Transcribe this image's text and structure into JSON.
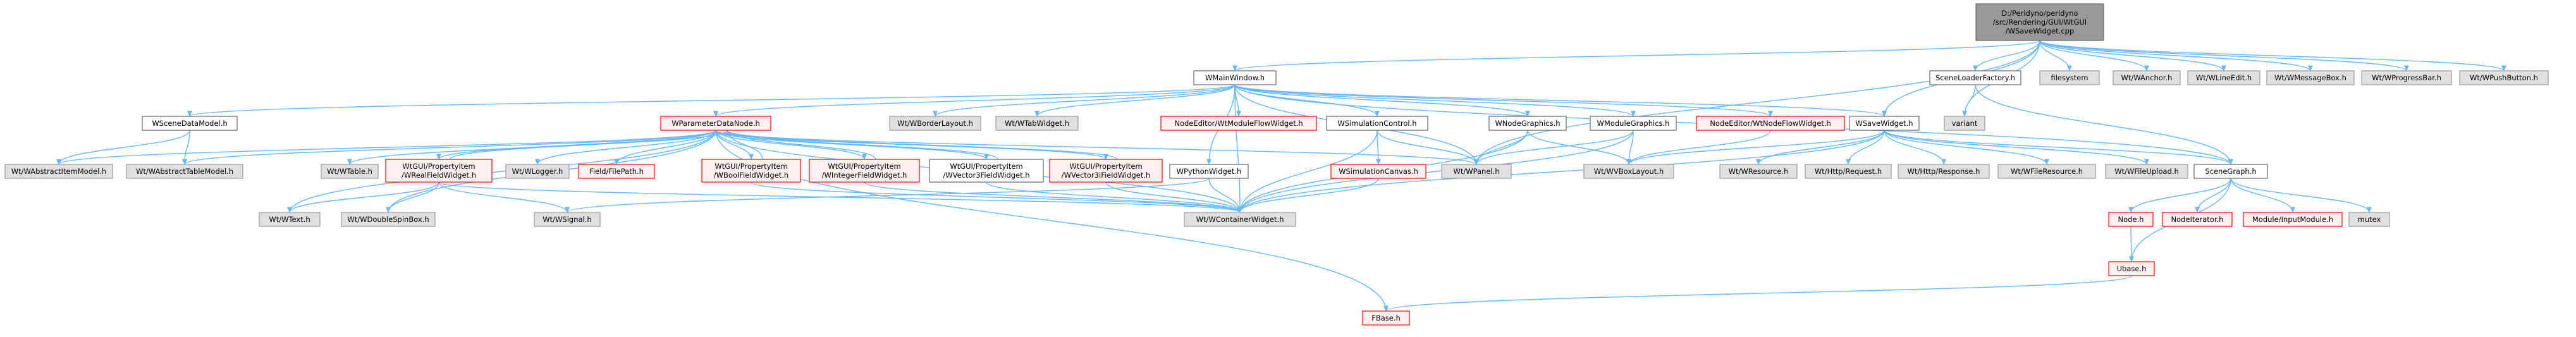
{
  "colors": {
    "edge": "#63b8ff",
    "root_fill": "#999999",
    "root_stroke": "#666666",
    "documented_fill": "#ffffff",
    "documented_stroke": "#666666",
    "external_fill": "#e0e0e0",
    "external_stroke": "#999999",
    "incomplete_fill": "#fff0f0",
    "incomplete_stroke": "#ff0000"
  },
  "nodes": [
    {
      "id": "root",
      "lines": [
        "D:/Peridyno/peridyno",
        "/src/Rendering/GUI/WtGUI",
        "/WSaveWidget.cpp"
      ],
      "kind": "root"
    },
    {
      "id": "WMainWindow",
      "lines": [
        "WMainWindow.h"
      ],
      "kind": "documented"
    },
    {
      "id": "SceneLoaderFactory",
      "lines": [
        "SceneLoaderFactory.h"
      ],
      "kind": "documented"
    },
    {
      "id": "filesystem",
      "lines": [
        "filesystem"
      ],
      "kind": "external"
    },
    {
      "id": "WAnchor",
      "lines": [
        "Wt/WAnchor.h"
      ],
      "kind": "external"
    },
    {
      "id": "WLineEdit",
      "lines": [
        "Wt/WLineEdit.h"
      ],
      "kind": "external"
    },
    {
      "id": "WMessageBox",
      "lines": [
        "Wt/WMessageBox.h"
      ],
      "kind": "external"
    },
    {
      "id": "WProgressBar",
      "lines": [
        "Wt/WProgressBar.h"
      ],
      "kind": "external"
    },
    {
      "id": "WPushButton",
      "lines": [
        "Wt/WPushButton.h"
      ],
      "kind": "external"
    },
    {
      "id": "WSceneDataModel",
      "lines": [
        "WSceneDataModel.h"
      ],
      "kind": "documented"
    },
    {
      "id": "WParameterDataNode",
      "lines": [
        "WParameterDataNode.h"
      ],
      "kind": "incomplete"
    },
    {
      "id": "WBorderLayout",
      "lines": [
        "Wt/WBorderLayout.h"
      ],
      "kind": "external"
    },
    {
      "id": "WTabWidget",
      "lines": [
        "Wt/WTabWidget.h"
      ],
      "kind": "external"
    },
    {
      "id": "NodeEditorModuleFlow",
      "lines": [
        "NodeEditor/WtModuleFlowWidget.h"
      ],
      "kind": "incomplete"
    },
    {
      "id": "WSimulationControl",
      "lines": [
        "WSimulationControl.h"
      ],
      "kind": "documented"
    },
    {
      "id": "WNodeGraphics",
      "lines": [
        "WNodeGraphics.h"
      ],
      "kind": "documented"
    },
    {
      "id": "WModuleGraphics",
      "lines": [
        "WModuleGraphics.h"
      ],
      "kind": "documented"
    },
    {
      "id": "NodeEditorNodeFlow",
      "lines": [
        "NodeEditor/WtNodeFlowWidget.h"
      ],
      "kind": "incomplete"
    },
    {
      "id": "WSaveWidget",
      "lines": [
        "WSaveWidget.h"
      ],
      "kind": "documented"
    },
    {
      "id": "variant",
      "lines": [
        "variant"
      ],
      "kind": "external"
    },
    {
      "id": "WAbstractItemModel",
      "lines": [
        "Wt/WAbstractItemModel.h"
      ],
      "kind": "external"
    },
    {
      "id": "WAbstractTableModel",
      "lines": [
        "Wt/WAbstractTableModel.h"
      ],
      "kind": "external"
    },
    {
      "id": "WTable",
      "lines": [
        "Wt/WTable.h"
      ],
      "kind": "external"
    },
    {
      "id": "WRealFieldWidget",
      "lines": [
        "WtGUI/PropertyItem",
        "/WRealFieldWidget.h"
      ],
      "kind": "incomplete"
    },
    {
      "id": "WLogger",
      "lines": [
        "Wt/WLogger.h"
      ],
      "kind": "external"
    },
    {
      "id": "FieldFilePath",
      "lines": [
        "Field/FilePath.h"
      ],
      "kind": "incomplete"
    },
    {
      "id": "WBoolFieldWidget",
      "lines": [
        "WtGUI/PropertyItem",
        "/WBoolFieldWidget.h"
      ],
      "kind": "incomplete"
    },
    {
      "id": "WIntegerFieldWidget",
      "lines": [
        "WtGUI/PropertyItem",
        "/WIntegerFieldWidget.h"
      ],
      "kind": "incomplete"
    },
    {
      "id": "WVector3FieldWidget",
      "lines": [
        "WtGUI/PropertyItem",
        "/WVector3FieldWidget.h"
      ],
      "kind": "documented"
    },
    {
      "id": "WVector3iFieldWidget",
      "lines": [
        "WtGUI/PropertyItem",
        "/WVector3iFieldWidget.h"
      ],
      "kind": "incomplete"
    },
    {
      "id": "WPythonWidget",
      "lines": [
        "WPythonWidget.h"
      ],
      "kind": "documented"
    },
    {
      "id": "WSimulationCanvas",
      "lines": [
        "WSimulationCanvas.h"
      ],
      "kind": "incomplete"
    },
    {
      "id": "WPanel",
      "lines": [
        "Wt/WPanel.h"
      ],
      "kind": "external"
    },
    {
      "id": "WVBoxLayout",
      "lines": [
        "Wt/WVBoxLayout.h"
      ],
      "kind": "external"
    },
    {
      "id": "WResource",
      "lines": [
        "Wt/WResource.h"
      ],
      "kind": "external"
    },
    {
      "id": "HttpRequest",
      "lines": [
        "Wt/Http/Request.h"
      ],
      "kind": "external"
    },
    {
      "id": "HttpResponse",
      "lines": [
        "Wt/Http/Response.h"
      ],
      "kind": "external"
    },
    {
      "id": "WFileResource",
      "lines": [
        "Wt/WFileResource.h"
      ],
      "kind": "external"
    },
    {
      "id": "WFileUpload",
      "lines": [
        "Wt/WFileUpload.h"
      ],
      "kind": "external"
    },
    {
      "id": "SceneGraph",
      "lines": [
        "SceneGraph.h"
      ],
      "kind": "documented"
    },
    {
      "id": "WText",
      "lines": [
        "Wt/WText.h"
      ],
      "kind": "external"
    },
    {
      "id": "WDoubleSpinBox",
      "lines": [
        "Wt/WDoubleSpinBox.h"
      ],
      "kind": "external"
    },
    {
      "id": "WSignal",
      "lines": [
        "Wt/WSignal.h"
      ],
      "kind": "external"
    },
    {
      "id": "WContainerWidget",
      "lines": [
        "Wt/WContainerWidget.h"
      ],
      "kind": "external"
    },
    {
      "id": "NodeH",
      "lines": [
        "Node.h"
      ],
      "kind": "incomplete"
    },
    {
      "id": "NodeIterator",
      "lines": [
        "NodeIterator.h"
      ],
      "kind": "incomplete"
    },
    {
      "id": "ModuleInputModule",
      "lines": [
        "Module/InputModule.h"
      ],
      "kind": "incomplete"
    },
    {
      "id": "mutex",
      "lines": [
        "mutex"
      ],
      "kind": "external"
    },
    {
      "id": "Ubase",
      "lines": [
        "Ubase.h"
      ],
      "kind": "incomplete"
    },
    {
      "id": "FBase",
      "lines": [
        "FBase.h"
      ],
      "kind": "incomplete"
    }
  ],
  "edges": [
    [
      "root",
      "WMainWindow"
    ],
    [
      "root",
      "SceneLoaderFactory"
    ],
    [
      "root",
      "filesystem"
    ],
    [
      "root",
      "WAnchor"
    ],
    [
      "root",
      "WLineEdit"
    ],
    [
      "root",
      "WMessageBox"
    ],
    [
      "root",
      "WProgressBar"
    ],
    [
      "root",
      "WPushButton"
    ],
    [
      "root",
      "WSaveWidget"
    ],
    [
      "root",
      "variant"
    ],
    [
      "root",
      "WPanel"
    ],
    [
      "WMainWindow",
      "WSceneDataModel"
    ],
    [
      "WMainWindow",
      "WParameterDataNode"
    ],
    [
      "WMainWindow",
      "WBorderLayout"
    ],
    [
      "WMainWindow",
      "WTabWidget"
    ],
    [
      "WMainWindow",
      "NodeEditorModuleFlow"
    ],
    [
      "WMainWindow",
      "WSimulationControl"
    ],
    [
      "WMainWindow",
      "WNodeGraphics"
    ],
    [
      "WMainWindow",
      "WModuleGraphics"
    ],
    [
      "WMainWindow",
      "NodeEditorNodeFlow"
    ],
    [
      "WMainWindow",
      "WPythonWidget"
    ],
    [
      "WMainWindow",
      "WPanel"
    ],
    [
      "WMainWindow",
      "WContainerWidget"
    ],
    [
      "WMainWindow",
      "WSaveWidget"
    ],
    [
      "WMainWindow",
      "SceneGraph"
    ],
    [
      "SceneLoaderFactory",
      "variant"
    ],
    [
      "SceneLoaderFactory",
      "SceneGraph"
    ],
    [
      "WSceneDataModel",
      "WAbstractItemModel"
    ],
    [
      "WSceneDataModel",
      "WAbstractTableModel"
    ],
    [
      "WParameterDataNode",
      "WAbstractItemModel"
    ],
    [
      "WParameterDataNode",
      "WAbstractTableModel"
    ],
    [
      "WParameterDataNode",
      "WTable"
    ],
    [
      "WParameterDataNode",
      "WRealFieldWidget"
    ],
    [
      "WParameterDataNode",
      "WLogger"
    ],
    [
      "WParameterDataNode",
      "FieldFilePath"
    ],
    [
      "WParameterDataNode",
      "WBoolFieldWidget"
    ],
    [
      "WParameterDataNode",
      "WIntegerFieldWidget"
    ],
    [
      "WParameterDataNode",
      "WVector3FieldWidget"
    ],
    [
      "WParameterDataNode",
      "WVector3iFieldWidget"
    ],
    [
      "WParameterDataNode",
      "WPanel"
    ],
    [
      "WParameterDataNode",
      "WText"
    ],
    [
      "WParameterDataNode",
      "WDoubleSpinBox"
    ],
    [
      "WParameterDataNode",
      "WContainerWidget"
    ],
    [
      "WParameterDataNode",
      "FBase"
    ],
    [
      "WRealFieldWidget",
      "WParameterDataNode"
    ],
    [
      "WBoolFieldWidget",
      "WParameterDataNode"
    ],
    [
      "WIntegerFieldWidget",
      "WParameterDataNode"
    ],
    [
      "WVector3FieldWidget",
      "WParameterDataNode"
    ],
    [
      "WVector3iFieldWidget",
      "WParameterDataNode"
    ],
    [
      "WRealFieldWidget",
      "WText"
    ],
    [
      "WRealFieldWidget",
      "WDoubleSpinBox"
    ],
    [
      "WRealFieldWidget",
      "WSignal"
    ],
    [
      "WRealFieldWidget",
      "WContainerWidget"
    ],
    [
      "WBoolFieldWidget",
      "WContainerWidget"
    ],
    [
      "WIntegerFieldWidget",
      "WContainerWidget"
    ],
    [
      "WVector3FieldWidget",
      "WContainerWidget"
    ],
    [
      "WVector3iFieldWidget",
      "WContainerWidget"
    ],
    [
      "WPythonWidget",
      "WSignal"
    ],
    [
      "WPythonWidget",
      "WContainerWidget"
    ],
    [
      "WSimulationControl",
      "WSimulationCanvas"
    ],
    [
      "WSimulationControl",
      "WPanel"
    ],
    [
      "WSimulationControl",
      "WContainerWidget"
    ],
    [
      "WSimulationCanvas",
      "WContainerWidget"
    ],
    [
      "WNodeGraphics",
      "WPanel"
    ],
    [
      "WNodeGraphics",
      "WVBoxLayout"
    ],
    [
      "WNodeGraphics",
      "WContainerWidget"
    ],
    [
      "WModuleGraphics",
      "WPanel"
    ],
    [
      "WModuleGraphics",
      "WVBoxLayout"
    ],
    [
      "WModuleGraphics",
      "WContainerWidget"
    ],
    [
      "NodeEditorNodeFlow",
      "WVBoxLayout"
    ],
    [
      "WSaveWidget",
      "WVBoxLayout"
    ],
    [
      "WSaveWidget",
      "WContainerWidget"
    ],
    [
      "WSaveWidget",
      "WResource"
    ],
    [
      "WSaveWidget",
      "HttpRequest"
    ],
    [
      "WSaveWidget",
      "HttpResponse"
    ],
    [
      "WSaveWidget",
      "WFileResource"
    ],
    [
      "WSaveWidget",
      "WFileUpload"
    ],
    [
      "WSaveWidget",
      "SceneGraph"
    ],
    [
      "SceneGraph",
      "NodeH"
    ],
    [
      "SceneGraph",
      "NodeIterator"
    ],
    [
      "SceneGraph",
      "ModuleInputModule"
    ],
    [
      "SceneGraph",
      "mutex"
    ],
    [
      "SceneGraph",
      "Ubase"
    ],
    [
      "NodeH",
      "Ubase"
    ],
    [
      "Ubase",
      "FBase"
    ]
  ]
}
